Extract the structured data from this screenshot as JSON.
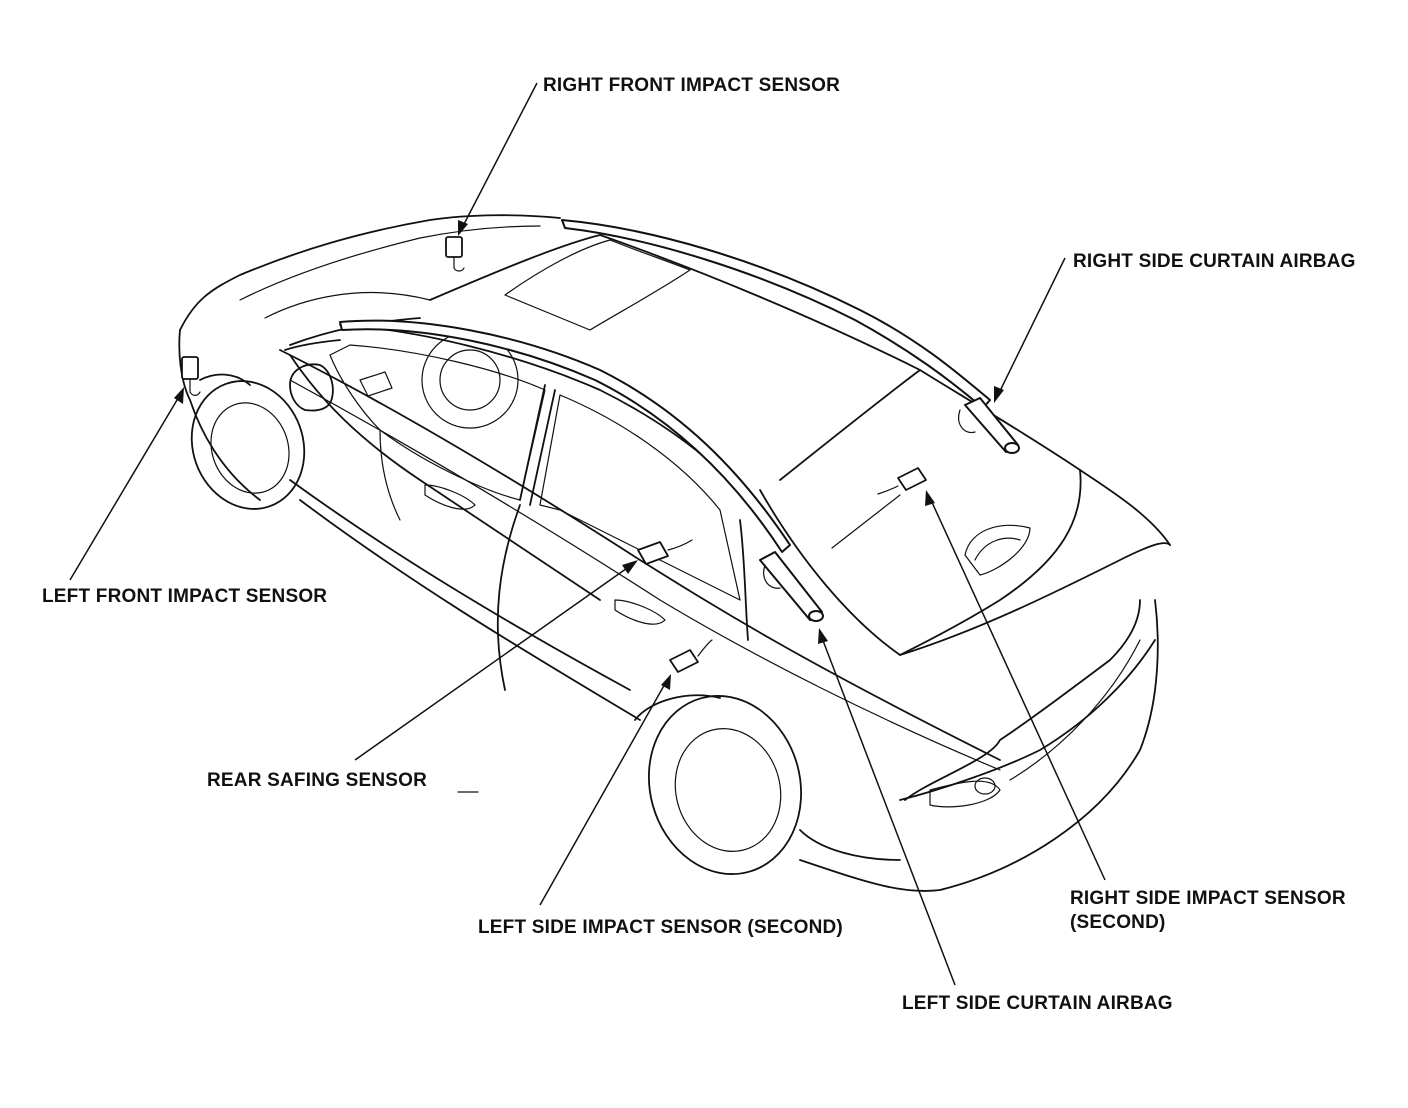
{
  "labels": {
    "right_front_impact_sensor": "RIGHT FRONT IMPACT SENSOR",
    "right_side_curtain_airbag": "RIGHT SIDE CURTAIN AIRBAG",
    "left_front_impact_sensor": "LEFT FRONT IMPACT SENSOR",
    "rear_safing_sensor": "REAR SAFING SENSOR",
    "left_side_impact_sensor_second": "LEFT SIDE IMPACT SENSOR (SECOND)",
    "right_side_impact_sensor_second_line1": "RIGHT SIDE IMPACT SENSOR",
    "right_side_impact_sensor_second_line2": "(SECOND)",
    "left_side_curtain_airbag": "LEFT SIDE CURTAIN AIRBAG"
  },
  "colors": {
    "line": "#111111",
    "background": "#ffffff"
  }
}
